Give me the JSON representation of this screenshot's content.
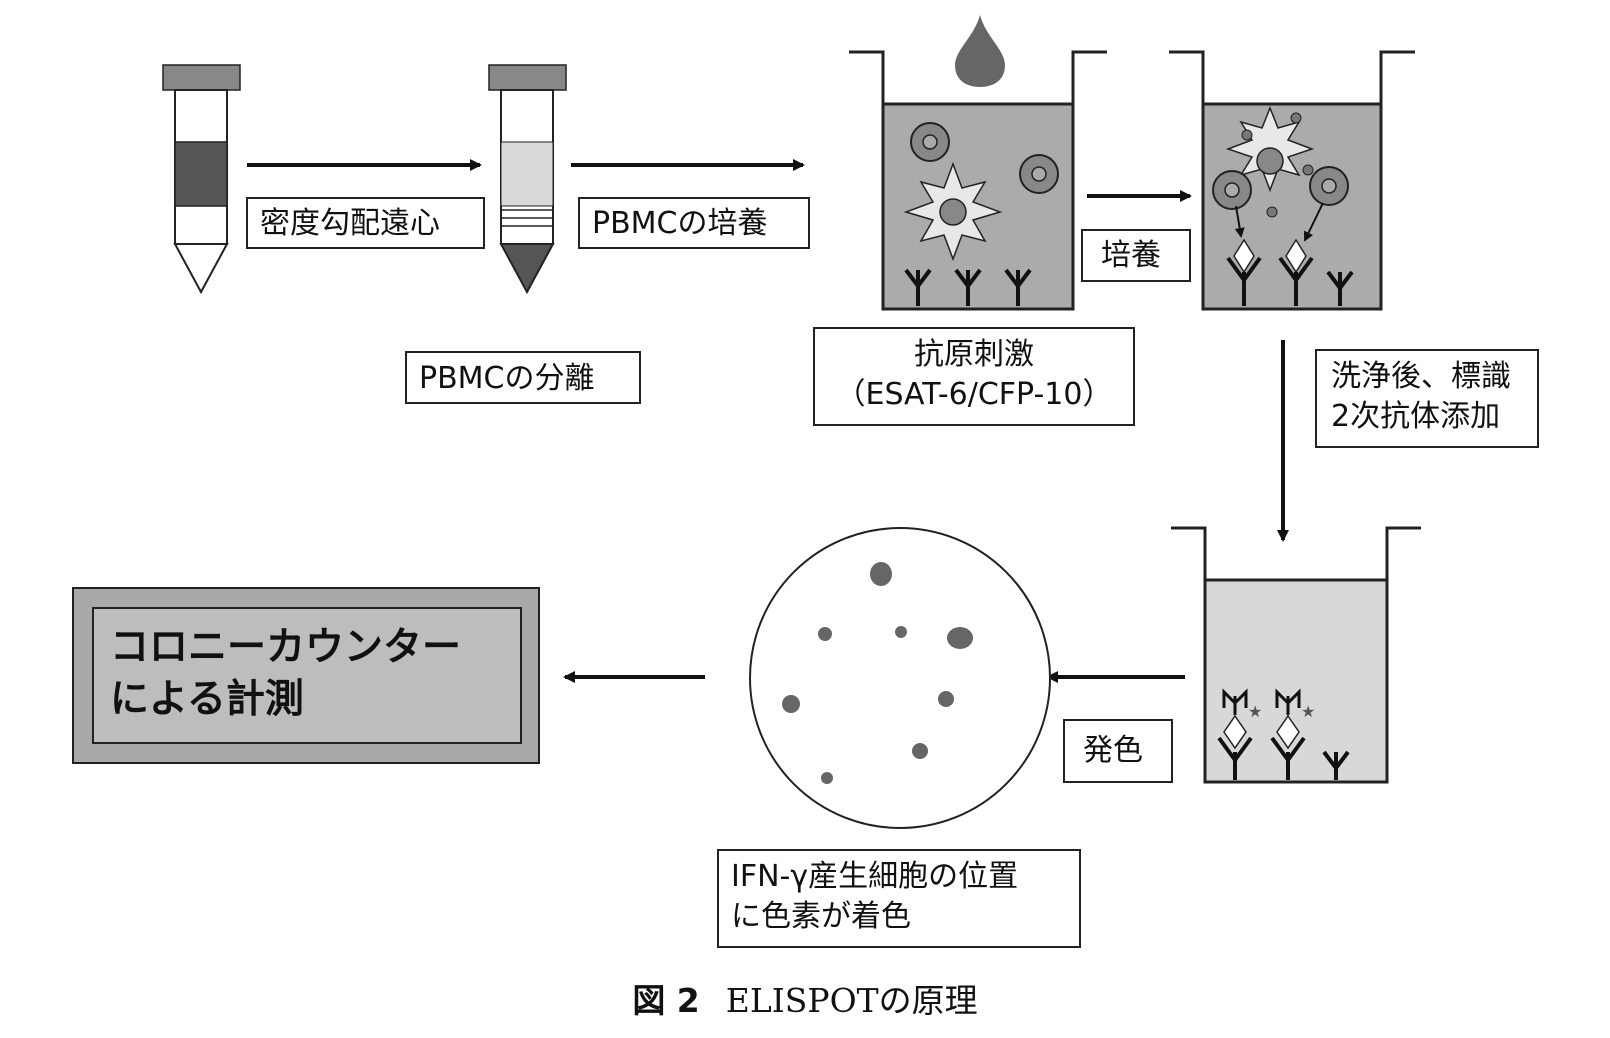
{
  "labels": {
    "density_centrifugation": "密度勾配遠心",
    "pbmc_culture": "PBMCの培養",
    "pbmc_isolation": "PBMCの分離",
    "culture": "培養",
    "antigen_stimulation_line1": "抗原刺激",
    "antigen_stimulation_line2": "（ESAT-6/CFP-10）",
    "wash_line1": "洗浄後、標識",
    "wash_line2": "2次抗体添加",
    "color_development": "発色",
    "spot_line1": "IFN-γ産生細胞の位置",
    "spot_line2": "に色素が着色",
    "counter_line1": "コロニーカウンター",
    "counter_line2": "による計測"
  },
  "caption": {
    "number": "図 2",
    "title": "ELISPOTの原理"
  },
  "colors": {
    "dark": "#555555",
    "medium": "#a9a9a9",
    "light": "#d6d6d6",
    "outline": "#222222"
  }
}
